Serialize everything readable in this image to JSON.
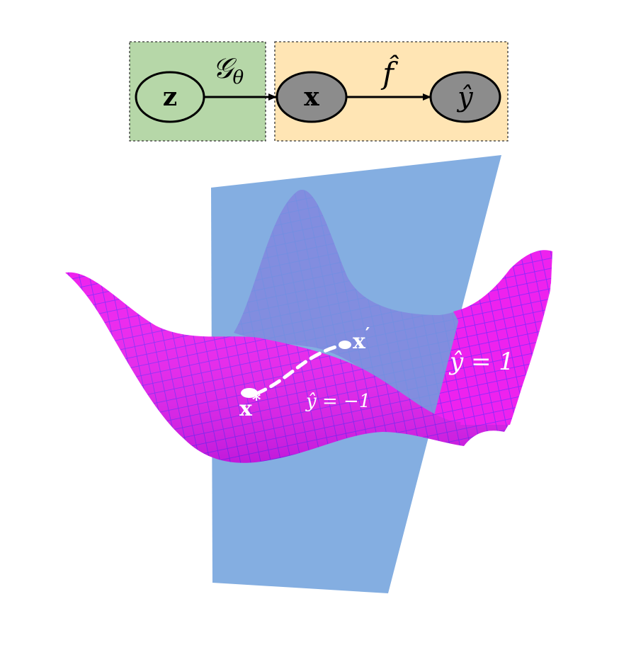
{
  "diagram": {
    "graph": {
      "latent_node": "z",
      "data_node": "x",
      "output_node": "ŷ",
      "generator_label": "𝒢",
      "generator_subscript": "θ",
      "classifier_label": "f̂"
    },
    "surface": {
      "start_point_label": "x",
      "start_point_superscript": "*",
      "end_point_label": "x",
      "end_point_superscript": "′",
      "region_negative": "ŷ = −1",
      "region_positive": "ŷ = 1"
    },
    "colors": {
      "latent_box": "#b6d7a8",
      "observed_box": "#ffe5b4",
      "node_latent_fill": "#b6d7a8",
      "node_observed_fill": "#8c8c8c",
      "decision_plane": "#6fa0dc",
      "manifold": "#ee22ee",
      "manifold_grid": "#7a2fff",
      "path": "#ffffff"
    }
  }
}
